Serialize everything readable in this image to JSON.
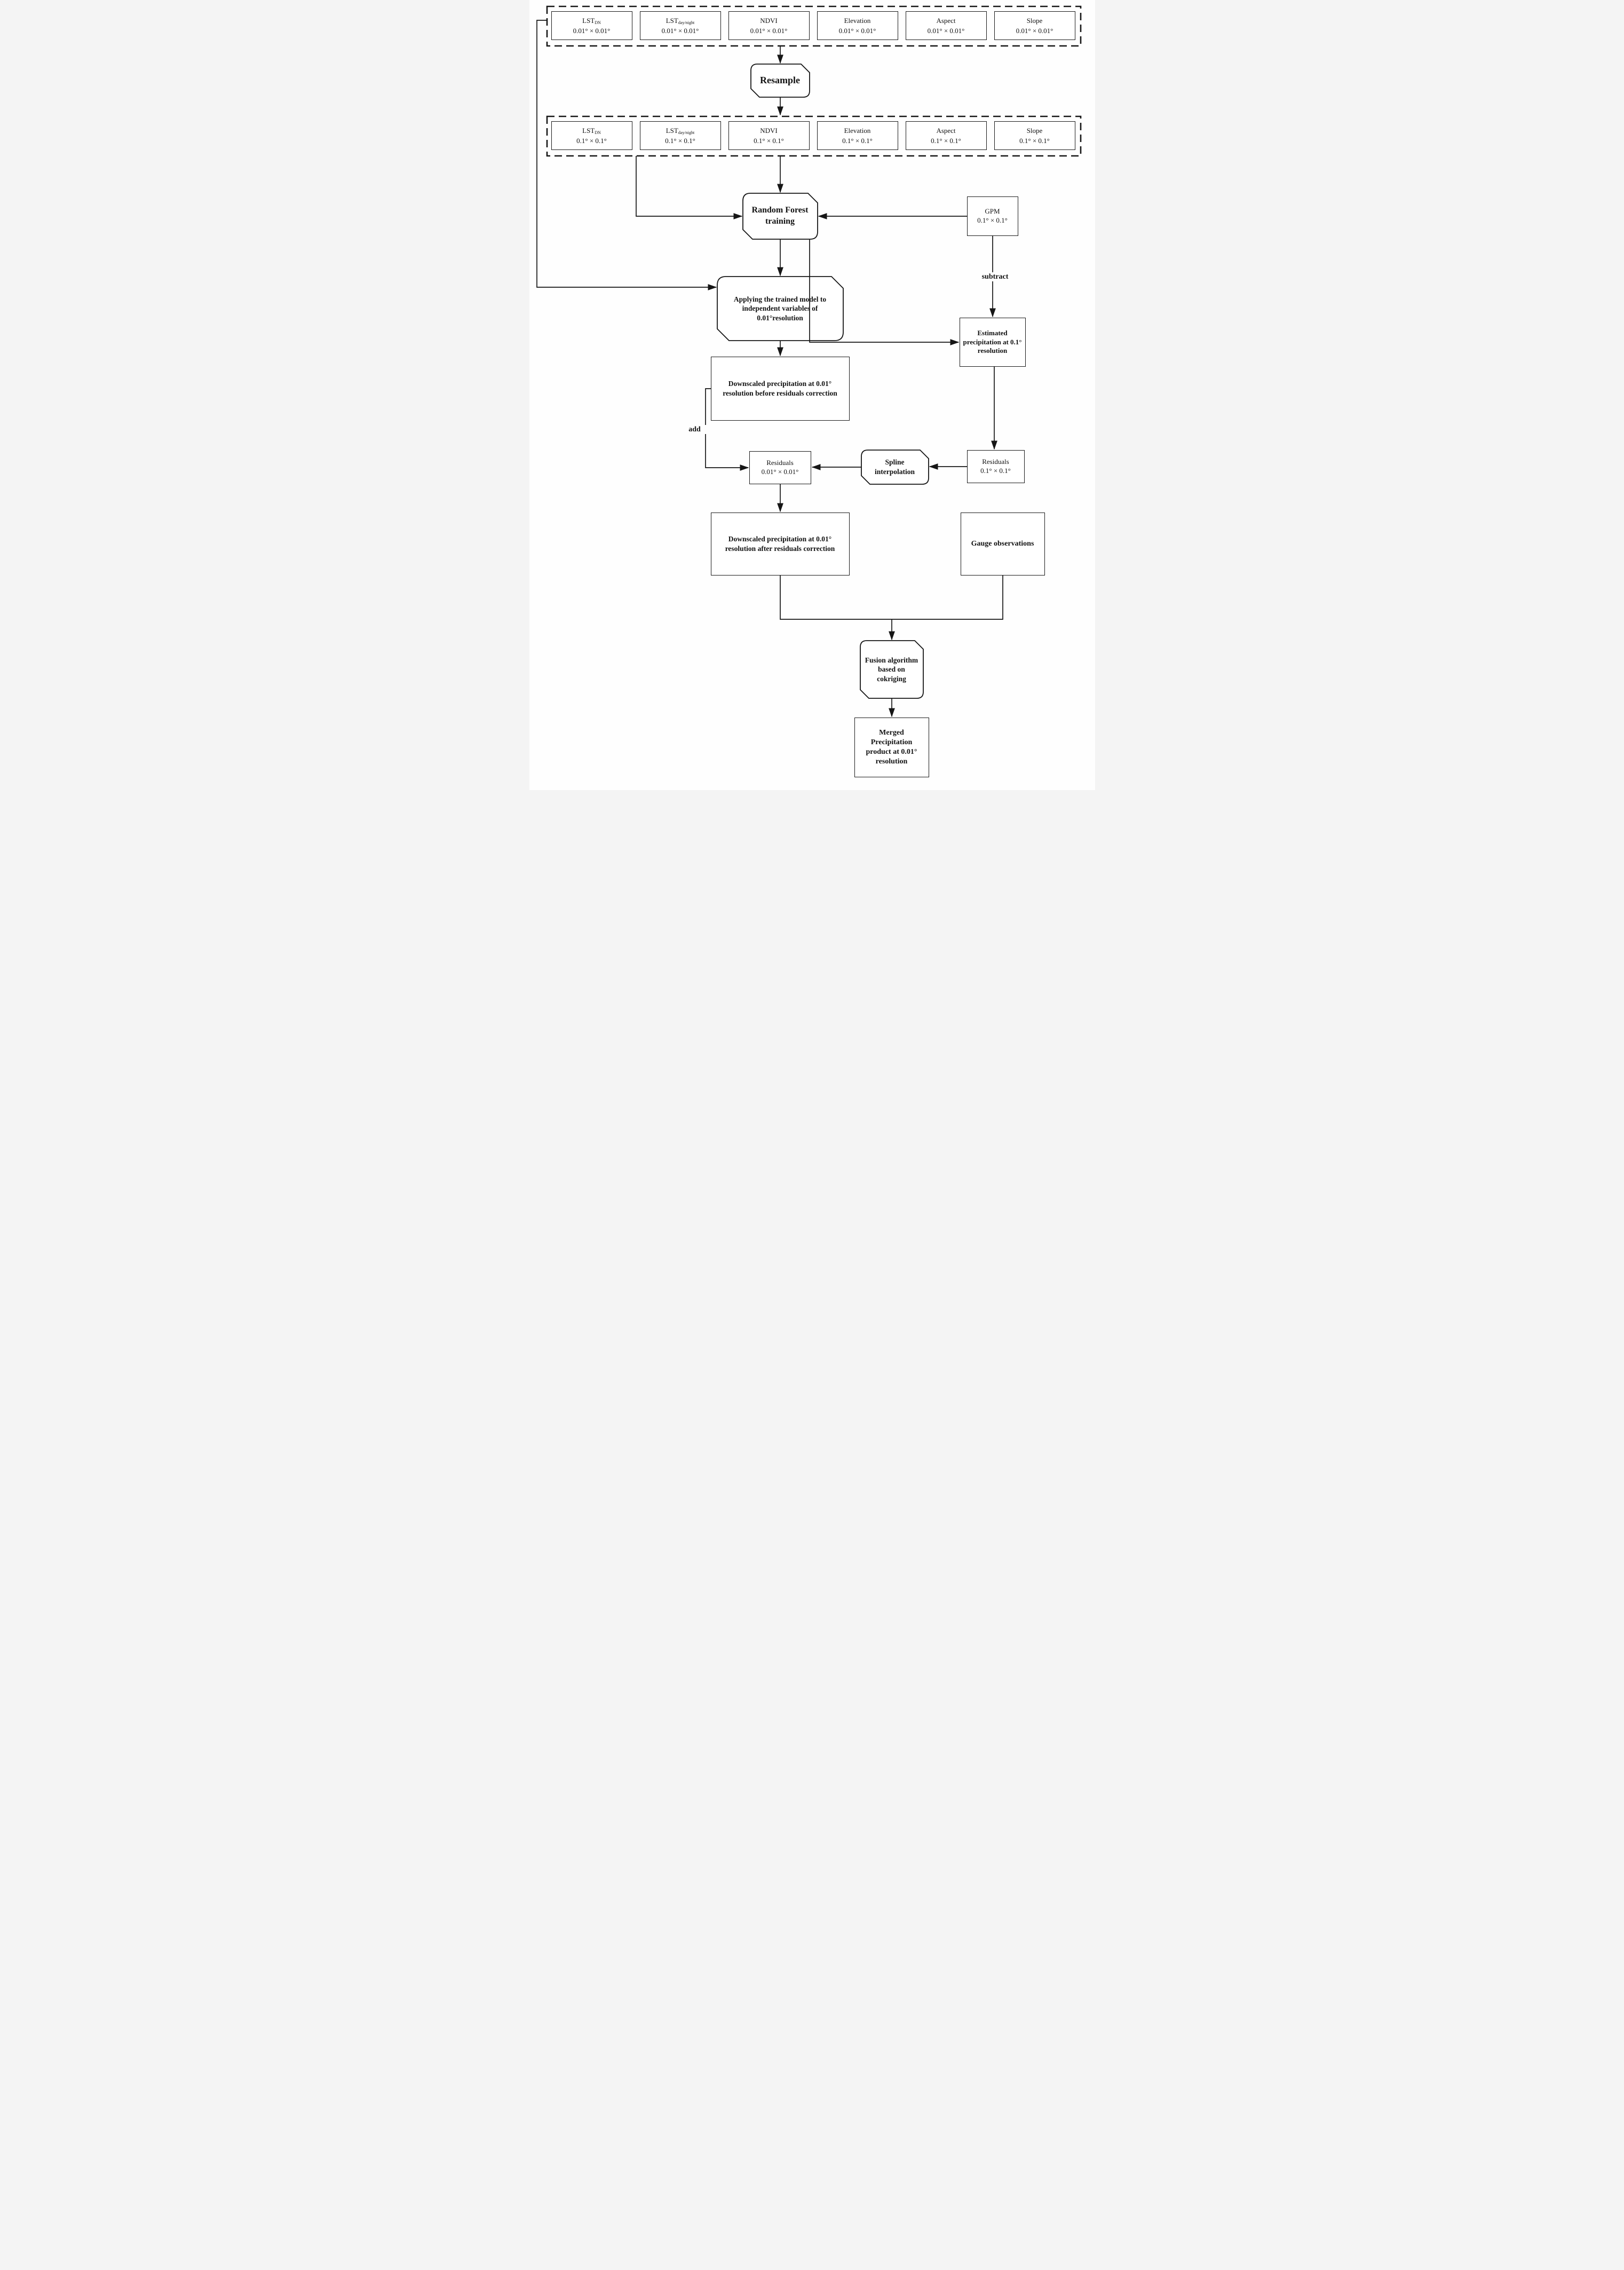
{
  "diagram": {
    "title_hint": "Precipitation downscaling and merging flowchart",
    "row_fine": {
      "items": [
        {
          "main": "LST",
          "sub": "DN",
          "res": "0.01° × 0.01°"
        },
        {
          "main": "LST",
          "sub": "day/night",
          "res": "0.01° × 0.01°"
        },
        {
          "main": "NDVI",
          "sub": "",
          "res": "0.01° × 0.01°"
        },
        {
          "main": "Elevation",
          "sub": "",
          "res": "0.01° × 0.01°"
        },
        {
          "main": "Aspect",
          "sub": "",
          "res": "0.01° × 0.01°"
        },
        {
          "main": "Slope",
          "sub": "",
          "res": "0.01° × 0.01°"
        }
      ]
    },
    "row_coarse": {
      "items": [
        {
          "main": "LST",
          "sub": "DN",
          "res": "0.1° × 0.1°"
        },
        {
          "main": "LST",
          "sub": "day/night",
          "res": "0.1° × 0.1°"
        },
        {
          "main": "NDVI",
          "sub": "",
          "res": "0.1° × 0.1°"
        },
        {
          "main": "Elevation",
          "sub": "",
          "res": "0.1° × 0.1°"
        },
        {
          "main": "Aspect",
          "sub": "",
          "res": "0.1° × 0.1°"
        },
        {
          "main": "Slope",
          "sub": "",
          "res": "0.1° × 0.1°"
        }
      ]
    },
    "nodes": {
      "resample": "Resample",
      "random_forest": "Random Forest training",
      "gpm_name": "GPM",
      "gpm_res": "0.1° × 0.1°",
      "applying": "Applying the trained model to independent variables of 0.01°resolution",
      "downscaled_before": "Downscaled precipitation at 0.01° resolution before residuals correction",
      "estimated": "Estimated precipitation at 0.1° resolution",
      "residuals_fine_name": "Residuals",
      "residuals_fine_res": "0.01° × 0.01°",
      "spline": "Spline interpolation",
      "residuals_coarse_name": "Residuals",
      "residuals_coarse_res": "0.1° × 0.1°",
      "downscaled_after": "Downscaled precipitation at 0.01° resolution after residuals correction",
      "gauge": "Gauge observations",
      "fusion": "Fusion algorithm based on cokriging",
      "merged": "Merged Precipitation product at 0.01° resolution"
    },
    "edge_labels": {
      "subtract": "subtract",
      "add": "add"
    },
    "colors": {
      "line": "#161616",
      "background": "#fefefe"
    }
  }
}
